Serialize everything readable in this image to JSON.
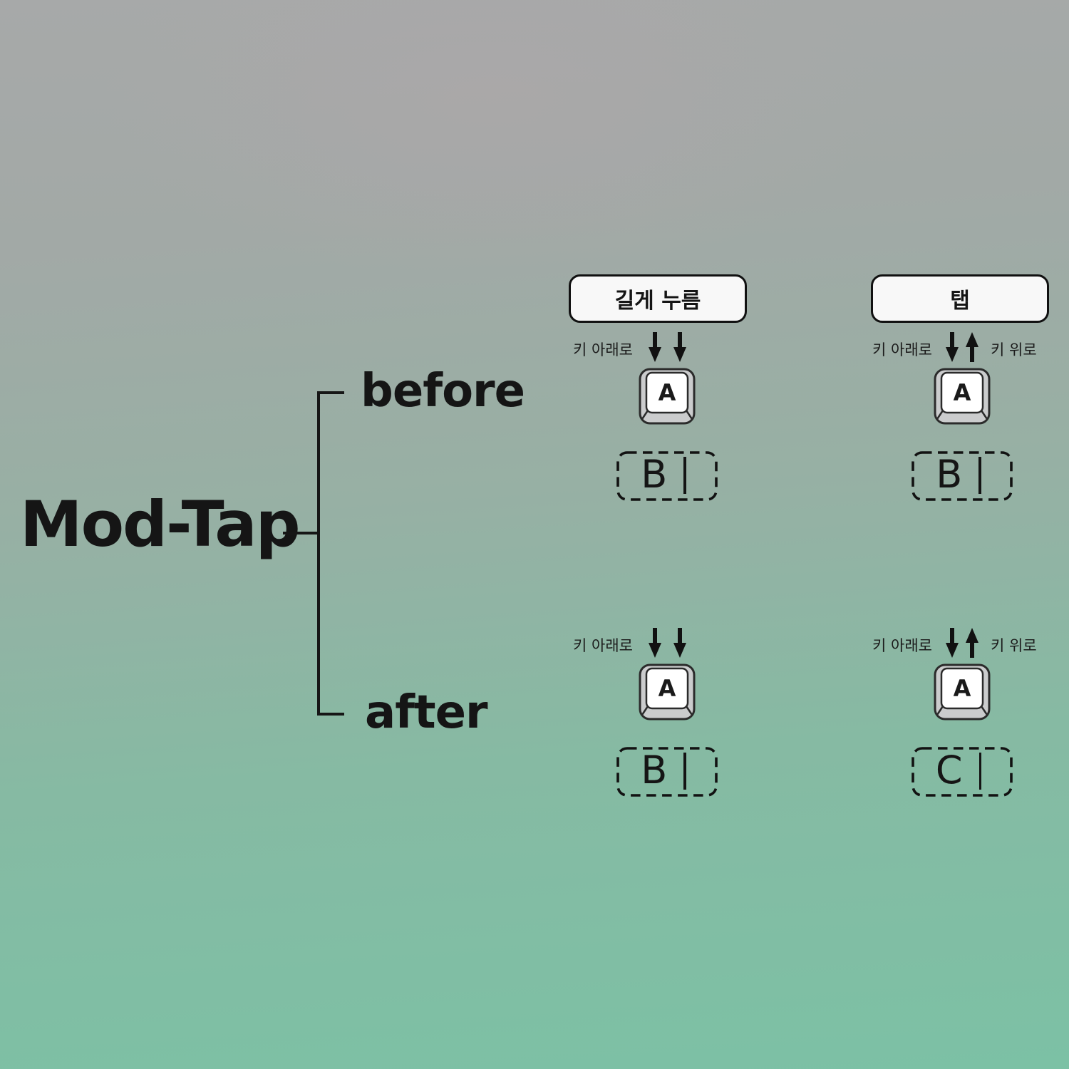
{
  "title": "Mod-Tap",
  "tree": {
    "branches": [
      {
        "label": "before"
      },
      {
        "label": "after"
      }
    ]
  },
  "columns": [
    {
      "id": "hold",
      "header": "길게 누름"
    },
    {
      "id": "tap",
      "header": "탭"
    }
  ],
  "arrow_labels": {
    "key_down": "키 아래로",
    "key_up": "키 위로"
  },
  "cells": [
    {
      "row": "before",
      "column": "hold",
      "keycap": "A",
      "output": "B",
      "arrows": [
        "down",
        "down"
      ]
    },
    {
      "row": "before",
      "column": "tap",
      "keycap": "A",
      "output": "B",
      "arrows": [
        "down",
        "up"
      ]
    },
    {
      "row": "after",
      "column": "hold",
      "keycap": "A",
      "output": "B",
      "arrows": [
        "down",
        "down"
      ]
    },
    {
      "row": "after",
      "column": "tap",
      "keycap": "A",
      "output": "C",
      "arrows": [
        "down",
        "up"
      ]
    }
  ],
  "colors": {
    "background_top": "#a7a9a9",
    "background_bottom": "#7cc1a5",
    "ink": "#151515",
    "keycap_side": "#cbcccd",
    "keycap_top": "#ffffff",
    "header_fill": "#f8f8f8"
  }
}
